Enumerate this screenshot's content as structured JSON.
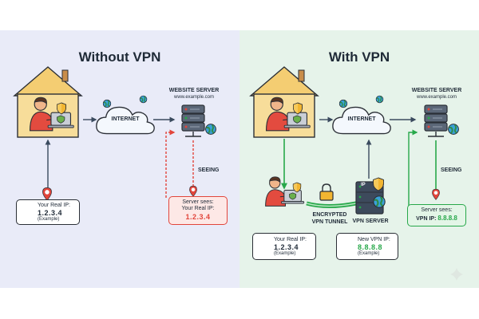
{
  "left": {
    "title": "Without VPN",
    "internet": "INTERNET",
    "server_title": "WEBSITE SERVER",
    "server_url": "www.example.com",
    "seeing": "SEEING",
    "real_ip_label": "Your Real IP:",
    "real_ip_value": "1.2.3.4",
    "real_ip_note": "(Example)",
    "server_sees_label": "Server sees:",
    "server_sees_sub": "Your Real IP:",
    "server_sees_value": "1.2.3.4"
  },
  "right": {
    "title": "With VPN",
    "internet": "INTERNET",
    "server_title": "WEBSITE SERVER",
    "server_url": "www.example.com",
    "seeing": "SEEING",
    "tunnel_line1": "ENCRYPTED",
    "tunnel_line2": "VPN TUNNEL",
    "vpn_server": "VPN SERVER",
    "real_ip_label": "Your Real IP:",
    "real_ip_value": "1.2.3.4",
    "real_ip_note": "(Example)",
    "new_ip_label": "New VPN IP:",
    "new_ip_value": "8.8.8.8",
    "new_ip_note": "(Example)",
    "server_sees_label": "Server sees:",
    "server_sees_prefix": "VPN IP:",
    "server_sees_value": "8.8.8.8"
  },
  "pin_text": "IP",
  "colors": {
    "left_bg": "#e9ebf8",
    "right_bg": "#e6f3ea",
    "arrow": "#3a4a5e",
    "red": "#e2453b",
    "green": "#27a84a",
    "house": "#f4cd72",
    "shirt": "#e34b3f",
    "shield": "#f2b531"
  }
}
